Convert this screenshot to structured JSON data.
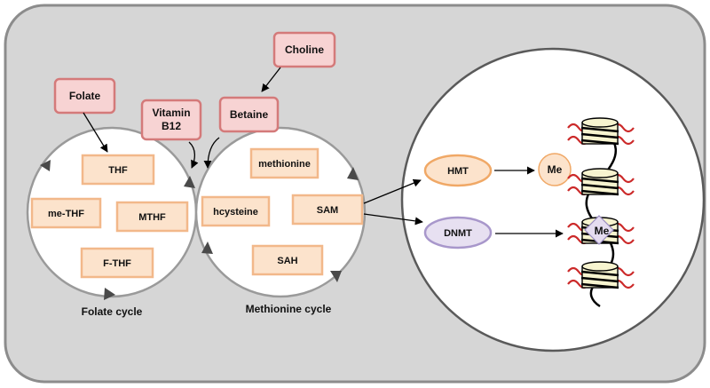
{
  "nutrients": {
    "folate": "Folate",
    "vitamin_b12_line1": "Vitamin",
    "vitamin_b12_line2": "B12",
    "betaine": "Betaine",
    "choline": "Choline"
  },
  "folate_cycle": {
    "title": "Folate cycle",
    "items": {
      "thf": "THF",
      "me_thf": "me-THF",
      "mthf": "MTHF",
      "f_thf": "F-THF"
    }
  },
  "methionine_cycle": {
    "title": "Methionine cycle",
    "items": {
      "methionine": "methionine",
      "hcysteine": "hcysteine",
      "sam": "SAM",
      "sah": "SAH"
    }
  },
  "enzymes": {
    "hmt": "HMT",
    "dnmt": "DNMT"
  },
  "marks": {
    "methyl_circle": "Me",
    "methyl_diamond": "Me"
  },
  "colors": {
    "panel_bg": "#d6d6d6",
    "panel_border": "#8c8c8c",
    "nutrient_fill": "#f7d3d3",
    "nutrient_border": "#d47a7a",
    "metabolite_fill": "#fce3cc",
    "metabolite_border": "#f2b88a",
    "hmt_fill": "#fce3cc",
    "hmt_border": "#f0a866",
    "dnmt_fill": "#e7e0f1",
    "dnmt_border": "#a897cb",
    "histone_fill": "#f7f4cf",
    "histone_tail": "#cc2a2a"
  }
}
